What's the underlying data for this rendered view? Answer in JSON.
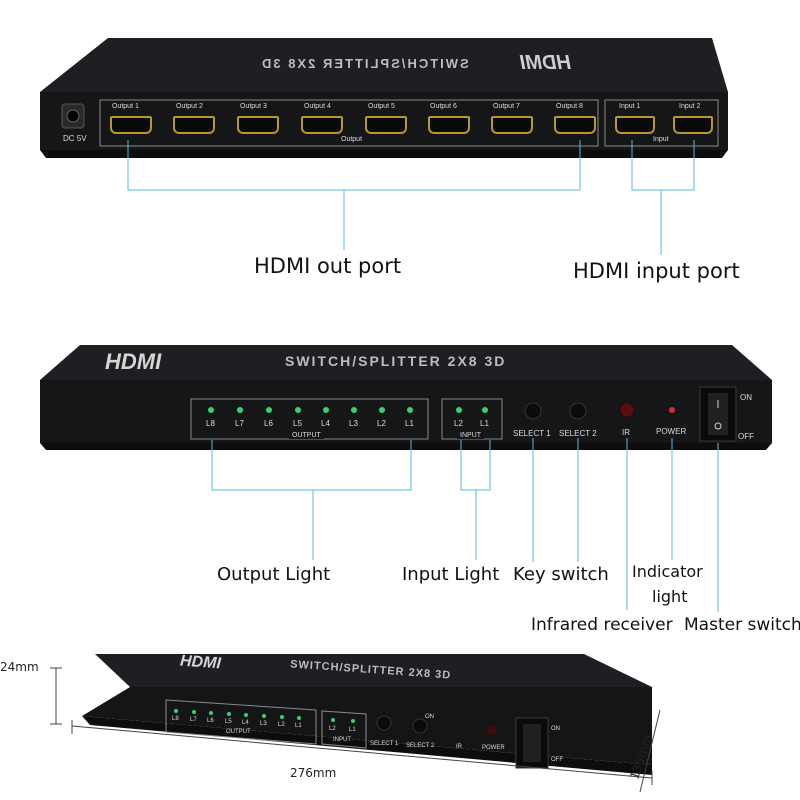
{
  "colors": {
    "case": "#17181a",
    "case_edge": "#2b2c2f",
    "led_green": "#39d26a",
    "led_red": "#d62b2b",
    "callout_line": "#5ab8e8",
    "silkscreen": "#d9d9d9"
  },
  "back_panel": {
    "brand": "HDMI",
    "model": "SWITCH/SPLITTER 2X8 3D",
    "dc_label": "DC 5V",
    "output_ports": [
      "Output 1",
      "Output 2",
      "Output 3",
      "Output 4",
      "Output 5",
      "Output 6",
      "Output 7",
      "Output 8"
    ],
    "output_group_label": "Output",
    "input_ports": [
      "Input 1",
      "Input 2"
    ],
    "input_group_label": "Input"
  },
  "front_panel": {
    "brand": "HDMI",
    "model": "SWITCH/SPLITTER 2X8 3D",
    "output_leds": [
      "L8",
      "L7",
      "L6",
      "L5",
      "L4",
      "L3",
      "L2",
      "L1"
    ],
    "output_group_label": "OUTPUT",
    "input_leds": [
      "L2",
      "L1"
    ],
    "input_group_label": "INPUT",
    "select1": "SELECT 1",
    "select2": "SELECT 2",
    "ir": "IR",
    "power": "POWER",
    "on": "ON",
    "off": "OFF"
  },
  "callouts": {
    "hdmi_out": "HDMI out port",
    "hdmi_in": "HDMI input port",
    "output_light": "Output Light",
    "input_light": "Input Light",
    "key_switch": "Key switch",
    "indicator_1": "Indicator",
    "indicator_2": "light",
    "infrared": "Infrared receiver",
    "master": "Master switch"
  },
  "dimensions": {
    "height": "24mm",
    "width": "276mm",
    "depth": "135mm"
  },
  "bottom_view": {
    "brand": "HDMI",
    "model": "SWITCH/SPLITTER 2X8 3D",
    "output_leds": [
      "L8",
      "L7",
      "L6",
      "L5",
      "L4",
      "L3",
      "L2",
      "L1"
    ],
    "output_group_label": "OUTPUT",
    "input_leds": [
      "L2",
      "L1"
    ],
    "input_group_label": "INPUT",
    "select1": "SELECT 1",
    "select2": "SELECT 2",
    "ir": "IR",
    "power": "POWER",
    "on": "ON",
    "off": "OFF"
  }
}
